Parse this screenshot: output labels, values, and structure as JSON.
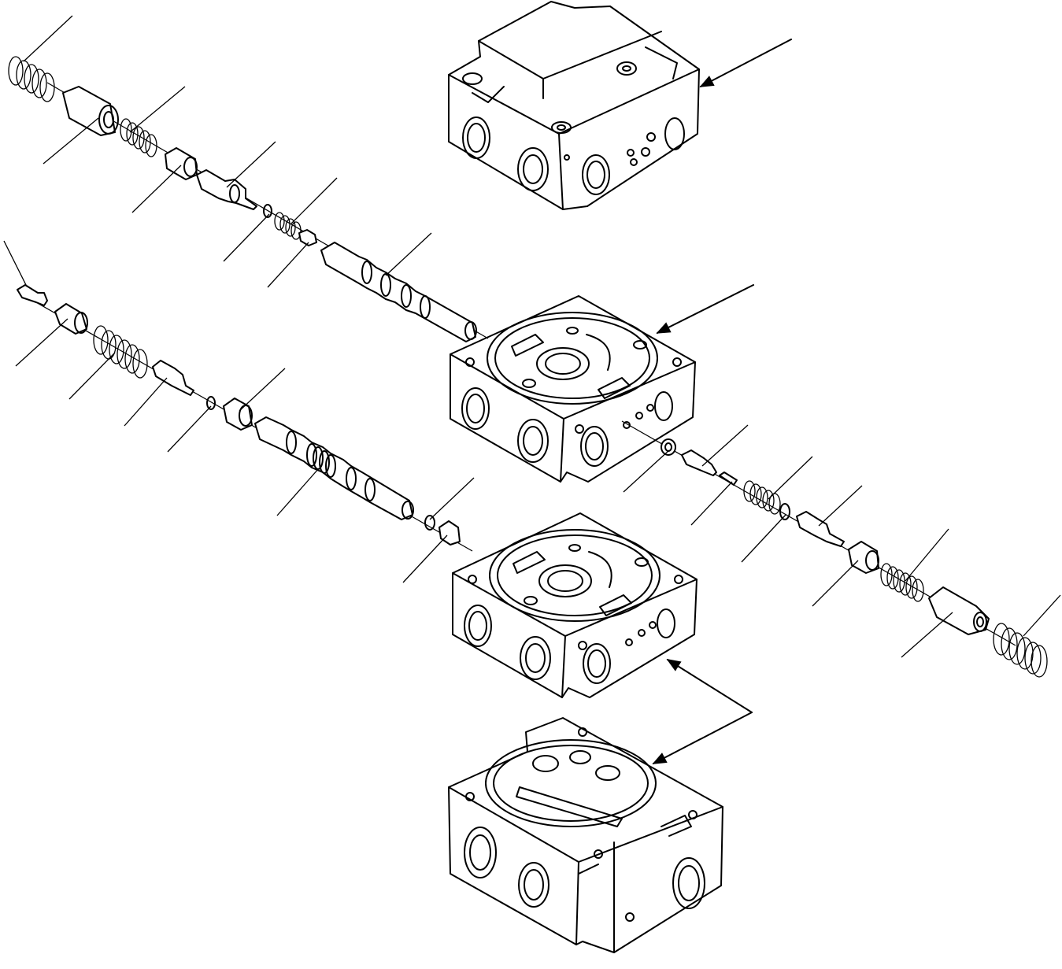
{
  "colors": {
    "ink": "#000000",
    "paper": "#ffffff"
  },
  "figure": {
    "leader_line_count": 24,
    "arrow_count": 4,
    "components": [
      "top-cover-block",
      "upper-valve-section",
      "lower-valve-section",
      "base-valve-block",
      "upper-spool-assembly",
      "middle-spool-assembly",
      "right-spool-assembly"
    ]
  }
}
